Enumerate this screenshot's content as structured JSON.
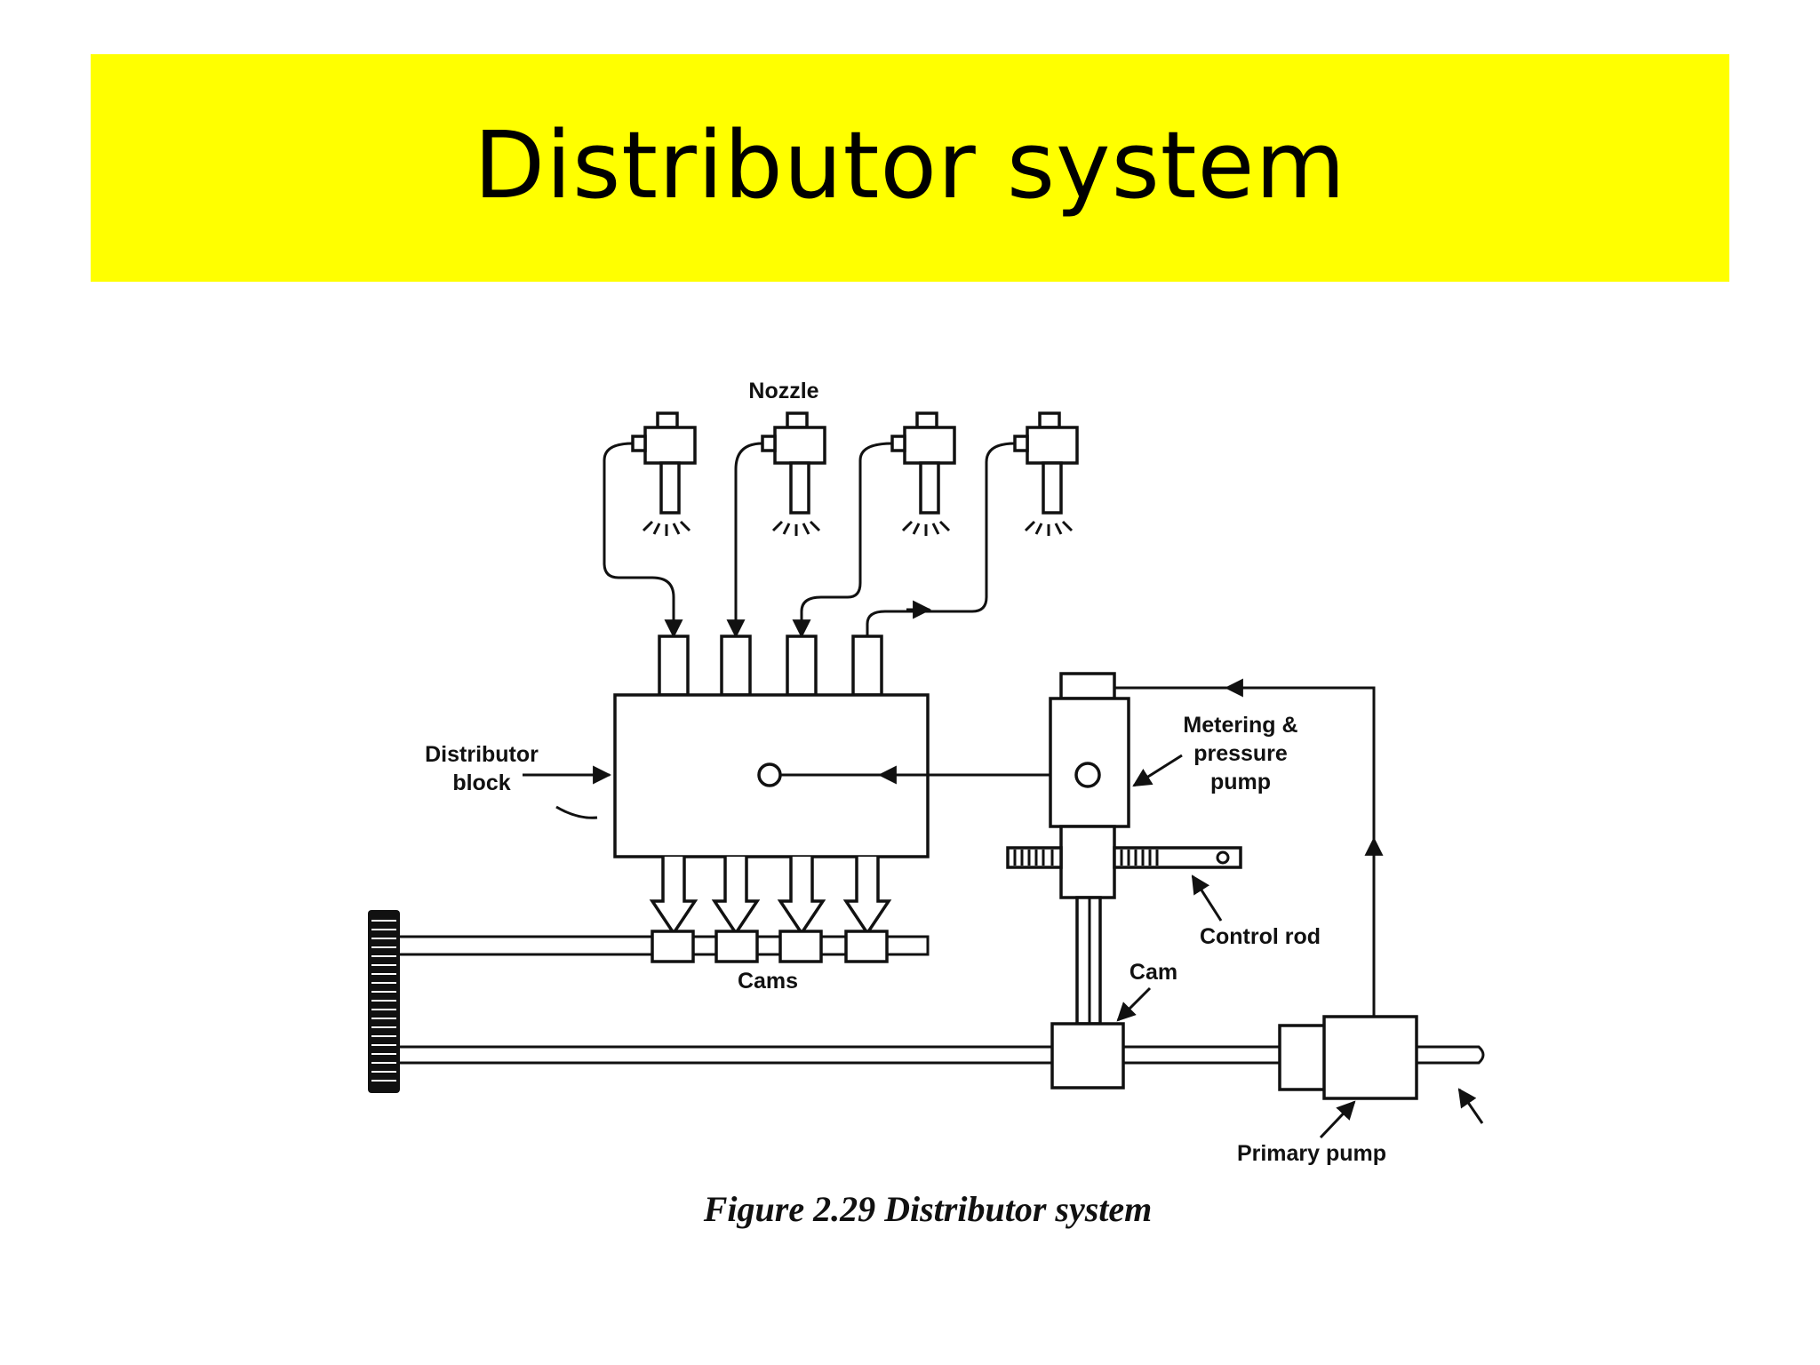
{
  "slide": {
    "title": "Distributor system"
  },
  "diagram": {
    "labels": {
      "nozzle": "Nozzle",
      "distributor_block_line1": "Distributor",
      "distributor_block_line2": "block",
      "metering_line1": "Metering &",
      "metering_line2": "pressure",
      "metering_line3": "pump",
      "control_rod": "Control rod",
      "cams": "Cams",
      "cam": "Cam",
      "primary_pump": "Primary pump"
    },
    "caption": "Figure 2.29 Distributor system"
  }
}
